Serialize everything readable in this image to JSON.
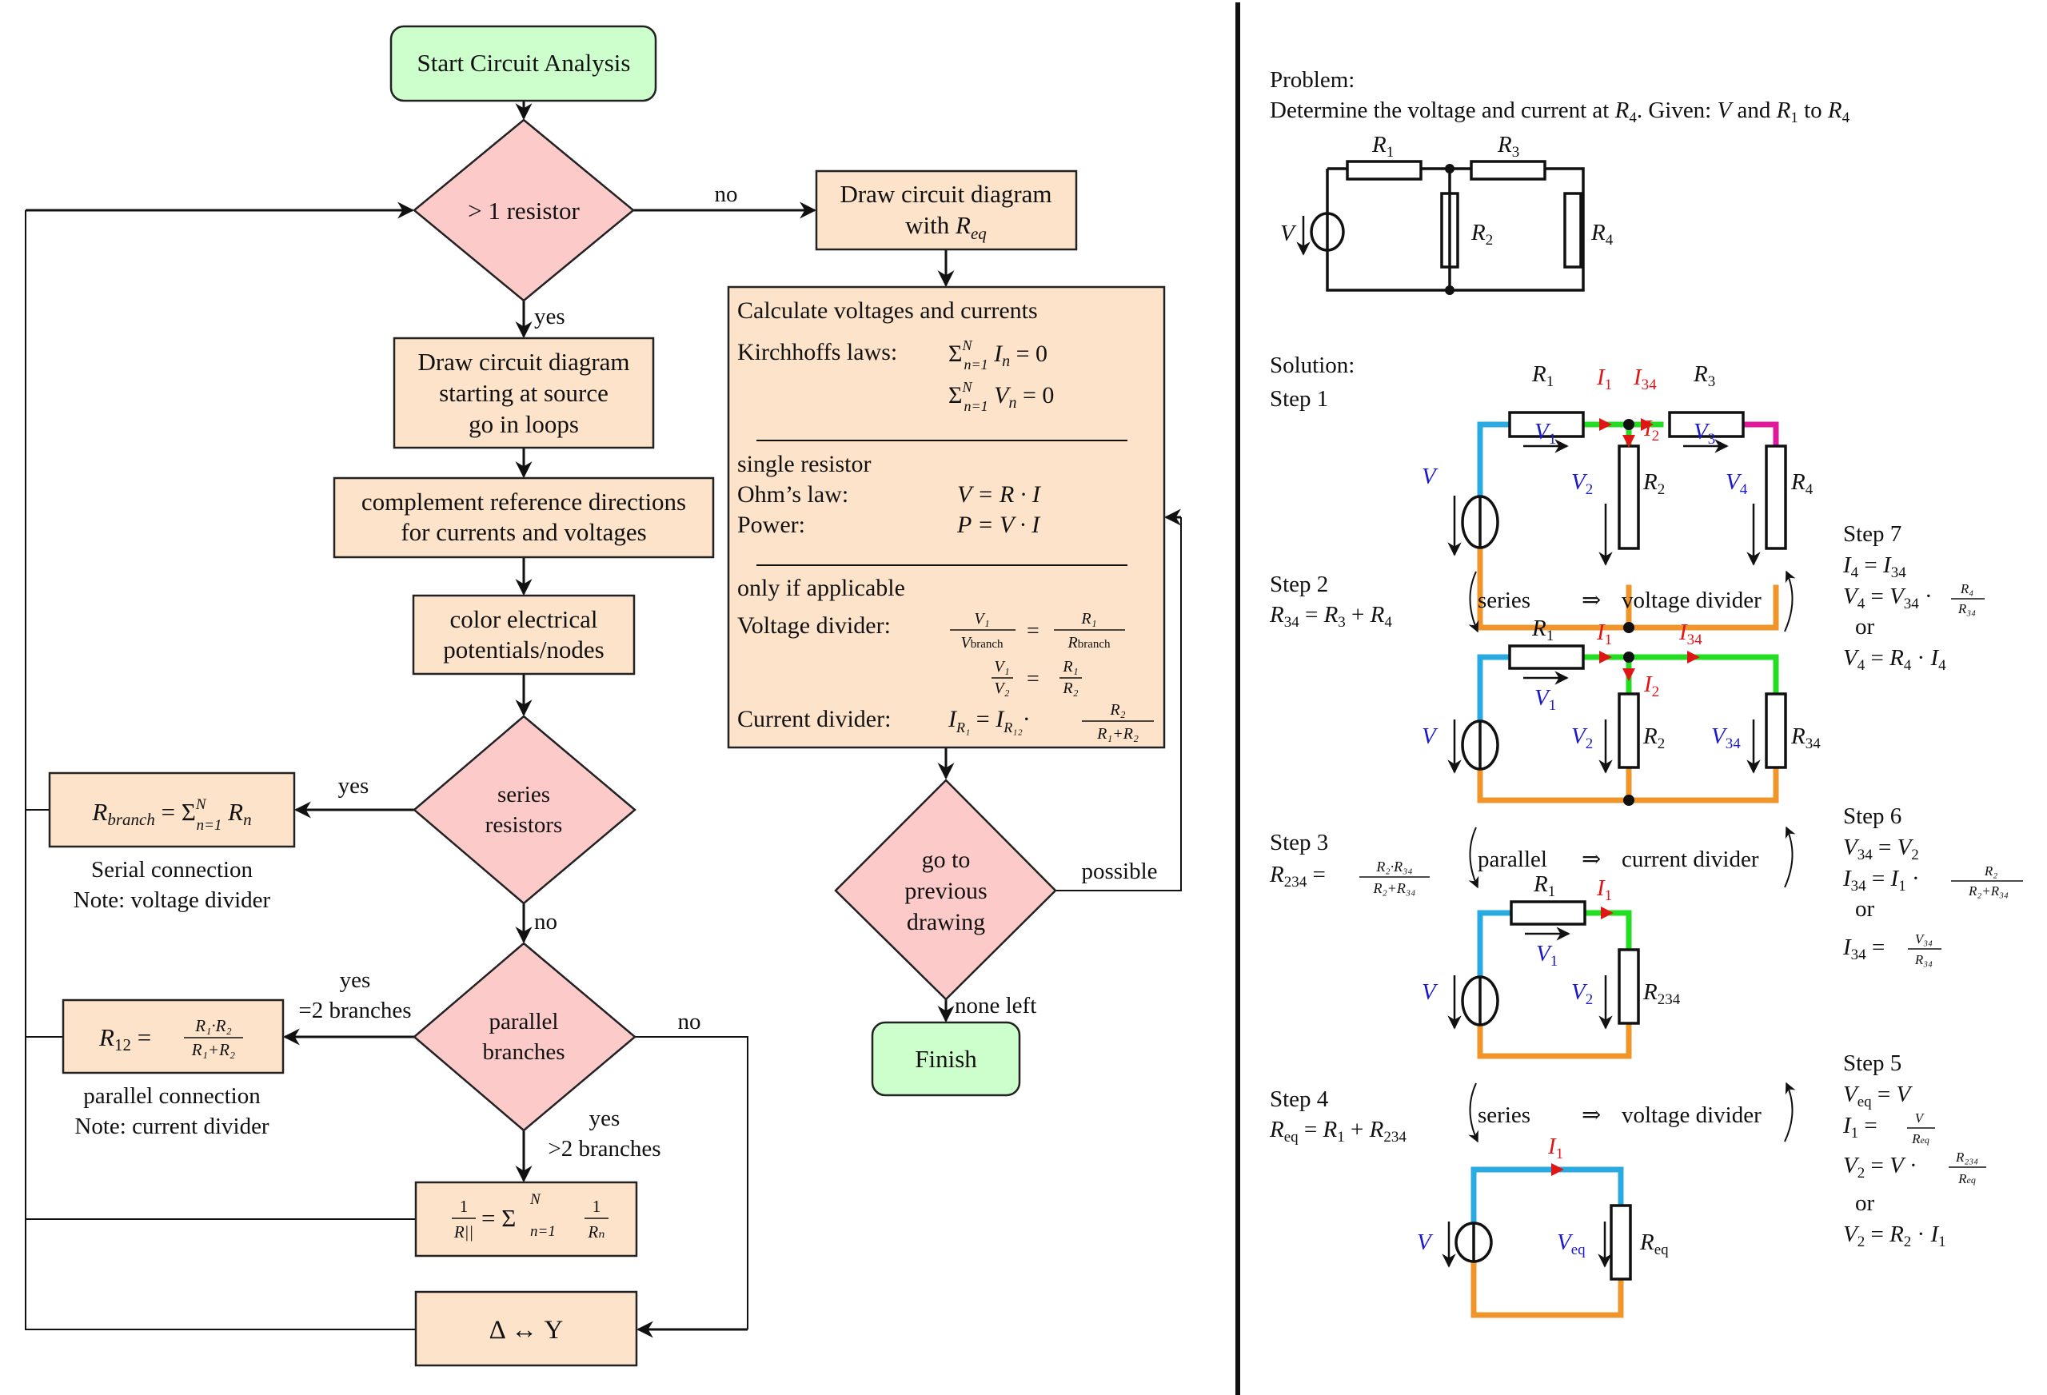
{
  "colors": {
    "terminal_fill": "#ccffcc",
    "process_fill": "#fde3c9",
    "decision_fill": "#fdcaca",
    "wire_cyan": "#29abe2",
    "wire_green": "#22dd22",
    "wire_magenta": "#e0189a",
    "wire_orange": "#f0952a",
    "current_red": "#e01515",
    "voltage_blue": "#1a1acc"
  },
  "flowchart": {
    "start": "Start Circuit Analysis",
    "decision_resistor": "> 1 resistor",
    "label_no_1": "no",
    "label_yes_1": "yes",
    "draw_req": [
      "Draw circuit diagram",
      "with R_eq"
    ],
    "draw_circuit": [
      "Draw circuit diagram",
      "starting at source",
      "go in loops"
    ],
    "complement": [
      "complement reference directions",
      "for currents and voltages"
    ],
    "color_nodes": [
      "color electrical",
      "potentials/nodes"
    ],
    "decision_series": [
      "series",
      "resistors"
    ],
    "label_yes_series": "yes",
    "label_no_series": "no",
    "rbranch_formula": "R_branch = Σ_{n=1}^{N} R_n",
    "serial_note": [
      "Serial connection",
      "Note:  voltage divider"
    ],
    "decision_parallel": [
      "parallel",
      "branches"
    ],
    "label_yes_parallel": "yes",
    "label_eq2_branches": "=2 branches",
    "label_no_parallel": "no",
    "label_yes_gt2": "yes",
    "label_gt2_branches": ">2 branches",
    "r12_formula": "R12 = R1·R2 / (R1+R2)",
    "parallel_note": [
      "parallel connection",
      "Note:  current divider"
    ],
    "rpar_formula": "1/R|| = Σ_{n=1}^{N} 1/R_n",
    "delta_y": "Δ ↔ Y",
    "calc": {
      "title": "Calculate voltages and currents",
      "kirchhoff_label": "Kirchhoffs laws:",
      "kirchhoff_1": "Σ_{n=1}^{N} I_n = 0",
      "kirchhoff_2": "Σ_{n=1}^{N} V_n = 0",
      "single_title": "single resistor",
      "ohm_label": "Ohm’s law:",
      "ohm_formula": "V = R · I",
      "power_label": "Power:",
      "power_formula": "P = V · I",
      "applicable_title": "only if applicable",
      "vdiv_label": "Voltage divider:",
      "vdiv_formula_1": "V1/V_branch = R1/R_branch",
      "vdiv_formula_2": "V1/V2 = R1/R2",
      "cdiv_label": "Current divider:",
      "cdiv_formula": "I_R1 = I_R12 · R2/(R1+R2)"
    },
    "decision_previous": [
      "go to",
      "previous",
      "drawing"
    ],
    "label_possible": "possible",
    "label_none_left": "none left",
    "finish": "Finish"
  },
  "problem": {
    "title": "Problem:",
    "statement": "Determine the voltage and current at R4. Given: V and R1 to R4",
    "labels": {
      "r1": "R1",
      "r2": "R2",
      "r3": "R3",
      "r4": "R4",
      "v": "V"
    }
  },
  "solution": {
    "title": "Solution:",
    "step1": {
      "title": "Step 1"
    },
    "step2": {
      "title": "Step 2",
      "formula": "R34 = R3 + R4",
      "note_left": "series",
      "note_arrow": "⇒",
      "note_right": "voltage divider"
    },
    "step3": {
      "title": "Step 3",
      "formula": "R234 = R2·R34 / (R2+R34)",
      "note_left": "parallel",
      "note_arrow": "⇒",
      "note_right": "current divider"
    },
    "step4": {
      "title": "Step 4",
      "formula": "Req = R1 + R234",
      "note_left": "series",
      "note_arrow": "⇒",
      "note_right": "voltage divider"
    },
    "step5": {
      "title": "Step 5",
      "lines": [
        "Veq = V",
        "I1 = V / Req",
        "V2 = V · R234 / Req",
        "or",
        "V2 = R2 · I1"
      ]
    },
    "step6": {
      "title": "Step 6",
      "lines": [
        "V34 = V2",
        "I34 = I1 · R2 / (R2+R34)",
        "or",
        "I34 = V34 / R34"
      ]
    },
    "step7": {
      "title": "Step 7",
      "lines": [
        "I4 = I34",
        "V4 = V34 · R4 / R34",
        "or",
        "V4 = R4 · I4"
      ]
    }
  }
}
